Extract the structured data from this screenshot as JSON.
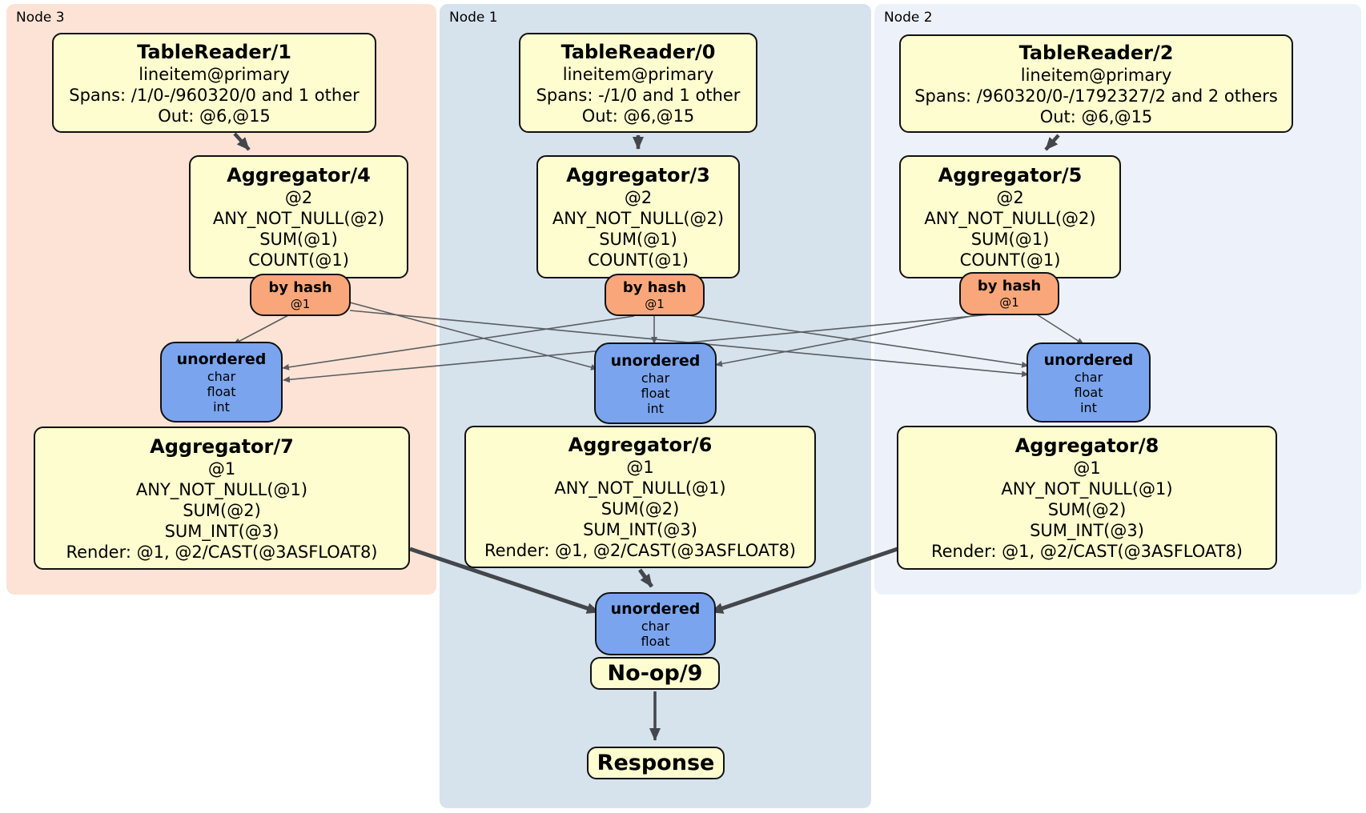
{
  "regions": [
    {
      "id": "node3",
      "label": "Node 3"
    },
    {
      "id": "node1",
      "label": "Node 1"
    },
    {
      "id": "node2",
      "label": "Node 2"
    }
  ],
  "processors": {
    "tr1": {
      "title": "TableReader/1",
      "lines": [
        "lineitem@primary",
        "Spans: /1/0-/960320/0 and 1 other",
        "Out: @6,@15"
      ]
    },
    "tr0": {
      "title": "TableReader/0",
      "lines": [
        "lineitem@primary",
        "Spans: -/1/0 and 1 other",
        "Out: @6,@15"
      ]
    },
    "tr2": {
      "title": "TableReader/2",
      "lines": [
        "lineitem@primary",
        "Spans: /960320/0-/1792327/2 and 2 others",
        "Out: @6,@15"
      ]
    },
    "agg4": {
      "title": "Aggregator/4",
      "lines": [
        "@2",
        "ANY_NOT_NULL(@2)",
        "SUM(@1)",
        "COUNT(@1)"
      ]
    },
    "agg3": {
      "title": "Aggregator/3",
      "lines": [
        "@2",
        "ANY_NOT_NULL(@2)",
        "SUM(@1)",
        "COUNT(@1)"
      ]
    },
    "agg5": {
      "title": "Aggregator/5",
      "lines": [
        "@2",
        "ANY_NOT_NULL(@2)",
        "SUM(@1)",
        "COUNT(@1)"
      ]
    },
    "agg7": {
      "title": "Aggregator/7",
      "lines": [
        "@1",
        "ANY_NOT_NULL(@1)",
        "SUM(@2)",
        "SUM_INT(@3)",
        "Render: @1, @2/CAST(@3ASFLOAT8)"
      ]
    },
    "agg6": {
      "title": "Aggregator/6",
      "lines": [
        "@1",
        "ANY_NOT_NULL(@1)",
        "SUM(@2)",
        "SUM_INT(@3)",
        "Render: @1, @2/CAST(@3ASFLOAT8)"
      ]
    },
    "agg8": {
      "title": "Aggregator/8",
      "lines": [
        "@1",
        "ANY_NOT_NULL(@1)",
        "SUM(@2)",
        "SUM_INT(@3)",
        "Render: @1, @2/CAST(@3ASFLOAT8)"
      ]
    },
    "noop": {
      "title": "No-op/9"
    },
    "resp": {
      "title": "Response"
    }
  },
  "routers": {
    "bh3": {
      "title": "by hash",
      "lines": [
        "@1"
      ]
    },
    "bh1": {
      "title": "by hash",
      "lines": [
        "@1"
      ]
    },
    "bh2": {
      "title": "by hash",
      "lines": [
        "@1"
      ]
    }
  },
  "syncs": {
    "un3": {
      "title": "unordered",
      "lines": [
        "char",
        "float",
        "int"
      ]
    },
    "un1": {
      "title": "unordered",
      "lines": [
        "char",
        "float",
        "int"
      ]
    },
    "un2": {
      "title": "unordered",
      "lines": [
        "char",
        "float",
        "int"
      ]
    },
    "unf": {
      "title": "unordered",
      "lines": [
        "char",
        "float"
      ]
    }
  },
  "edges": [
    {
      "from": "TableReader/1",
      "to": "Aggregator/4",
      "type": "arrow"
    },
    {
      "from": "TableReader/0",
      "to": "Aggregator/3",
      "type": "arrow"
    },
    {
      "from": "TableReader/2",
      "to": "Aggregator/5",
      "type": "arrow"
    },
    {
      "from": "by hash (Node 3)",
      "to": "unordered (Node 3)",
      "type": "stream"
    },
    {
      "from": "by hash (Node 3)",
      "to": "unordered (Node 1)",
      "type": "stream"
    },
    {
      "from": "by hash (Node 3)",
      "to": "unordered (Node 2)",
      "type": "stream"
    },
    {
      "from": "by hash (Node 1)",
      "to": "unordered (Node 3)",
      "type": "stream"
    },
    {
      "from": "by hash (Node 1)",
      "to": "unordered (Node 1)",
      "type": "stream"
    },
    {
      "from": "by hash (Node 1)",
      "to": "unordered (Node 2)",
      "type": "stream"
    },
    {
      "from": "by hash (Node 2)",
      "to": "unordered (Node 3)",
      "type": "stream"
    },
    {
      "from": "by hash (Node 2)",
      "to": "unordered (Node 1)",
      "type": "stream"
    },
    {
      "from": "by hash (Node 2)",
      "to": "unordered (Node 2)",
      "type": "stream"
    },
    {
      "from": "Aggregator/7",
      "to": "unordered (final)",
      "type": "arrow"
    },
    {
      "from": "Aggregator/6",
      "to": "unordered (final)",
      "type": "arrow"
    },
    {
      "from": "Aggregator/8",
      "to": "unordered (final)",
      "type": "arrow"
    },
    {
      "from": "No-op/9",
      "to": "Response",
      "type": "arrow"
    }
  ],
  "colors": {
    "node3_bg": "#fce3d5",
    "node1_bg": "#d6e2ec",
    "node2_bg": "#edf2fa",
    "processor_fill": "#fdfdd0",
    "router_fill": "#f9a77a",
    "sync_fill": "#7aa4ee",
    "arrow": "#43474c",
    "stream": "#5a5e63"
  }
}
